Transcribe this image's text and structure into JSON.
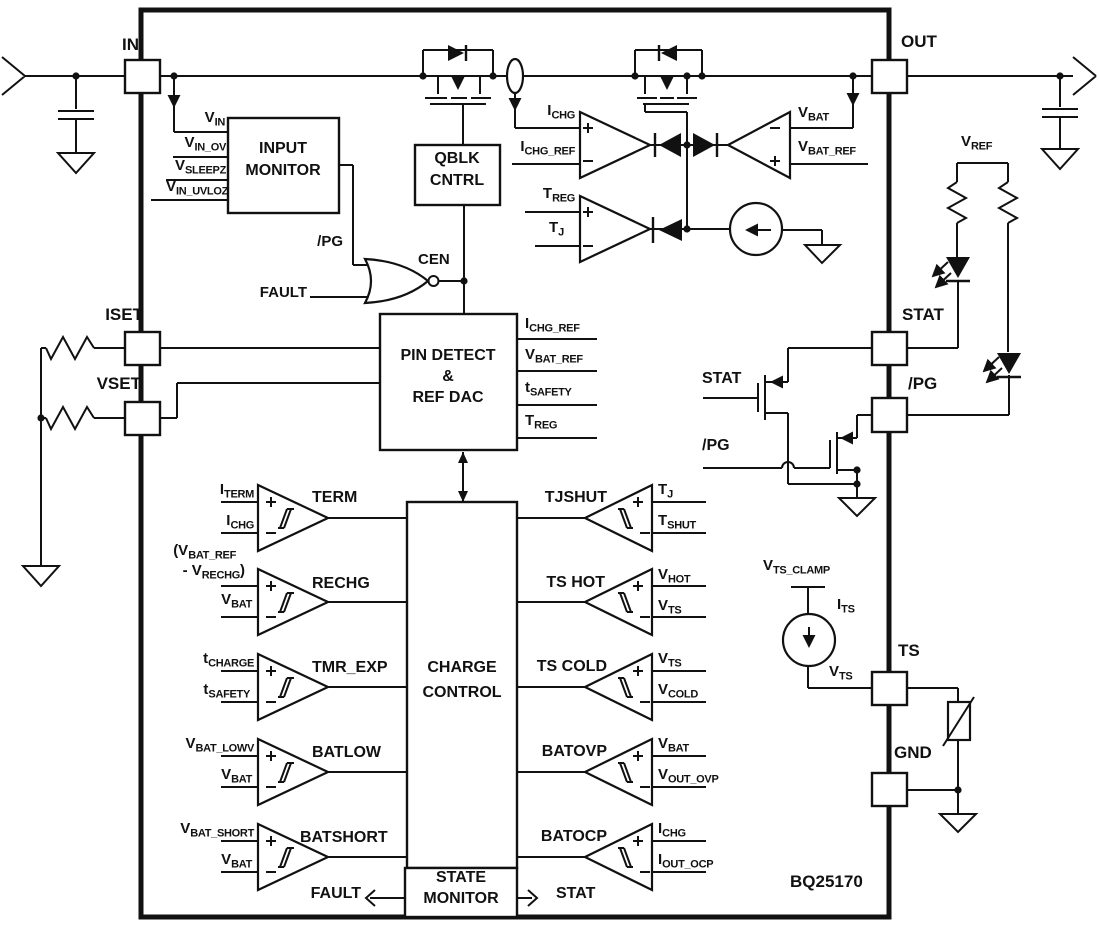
{
  "part_number": "BQ25170",
  "pins": {
    "in": "IN",
    "out": "OUT",
    "iset": "ISET",
    "vset": "VSET",
    "stat": "STAT",
    "pg": "/PG",
    "ts": "TS",
    "gnd": "GND"
  },
  "blocks": {
    "input_monitor": {
      "line1": "INPUT",
      "line2": "MONITOR"
    },
    "qblk": {
      "line1": "QBLK",
      "line2": "CNTRL"
    },
    "pin_detect": {
      "line1": "PIN DETECT",
      "line2": "&",
      "line3": "REF DAC"
    },
    "charge_control": {
      "line1": "CHARGE",
      "line2": "CONTROL"
    },
    "state_monitor": {
      "line1": "STATE",
      "line2": "MONITOR"
    }
  },
  "signals": {
    "vin": {
      "pre": "V",
      "sub": "IN"
    },
    "vin_ov": {
      "pre": "V",
      "sub": "IN_OV"
    },
    "vsleepz": {
      "pre": "V",
      "sub": "SLEEPZ"
    },
    "vin_uvloz": {
      "pre": "V",
      "sub": "IN_UVLOZ"
    },
    "pg": {
      "pre": "/PG"
    },
    "fault": {
      "pre": "FAULT"
    },
    "cen": {
      "pre": "CEN"
    },
    "ichg": {
      "pre": "I",
      "sub": "CHG"
    },
    "ichg_ref": {
      "pre": "I",
      "sub": "CHG_REF"
    },
    "vbat": {
      "pre": "V",
      "sub": "BAT"
    },
    "vbat_ref": {
      "pre": "V",
      "sub": "BAT_REF"
    },
    "treg": {
      "pre": "T",
      "sub": "REG"
    },
    "tj": {
      "pre": "T",
      "sub": "J"
    },
    "tsafety": {
      "pre": "t",
      "sub": "SAFETY"
    },
    "tcharge": {
      "pre": "t",
      "sub": "CHARGE"
    },
    "iterm": {
      "pre": "I",
      "sub": "TERM"
    },
    "vrechg_open": {
      "pre": "(V",
      "sub": "BAT_REF"
    },
    "vrechg_close": {
      "pre": "- V",
      "sub": "RECHG",
      "post": ")"
    },
    "vbat_lowv": {
      "pre": "V",
      "sub": "BAT_LOWV"
    },
    "vbat_short": {
      "pre": "V",
      "sub": "BAT_SHORT"
    },
    "tshut": {
      "pre": "T",
      "sub": "SHUT"
    },
    "vhot": {
      "pre": "V",
      "sub": "HOT"
    },
    "vts": {
      "pre": "V",
      "sub": "TS"
    },
    "vcold": {
      "pre": "V",
      "sub": "COLD"
    },
    "vout_ovp": {
      "pre": "V",
      "sub": "OUT_OVP"
    },
    "iout_ocp": {
      "pre": "I",
      "sub": "OUT_OCP"
    },
    "vref": {
      "pre": "V",
      "sub": "REF"
    },
    "vts_clamp": {
      "pre": "V",
      "sub": "TS_CLAMP"
    },
    "its": {
      "pre": "I",
      "sub": "TS"
    }
  },
  "comparators": {
    "term": "TERM",
    "rechg": "RECHG",
    "tmr_exp": "TMR_EXP",
    "batlow": "BATLOW",
    "batshort": "BATSHORT",
    "tjshut": "TJSHUT",
    "ts_hot": "TS HOT",
    "ts_cold": "TS COLD",
    "batovp": "BATOVP",
    "batocp": "BATOCP"
  },
  "transistors": {
    "stat": "STAT",
    "pg": "/PG"
  },
  "state_monitor_io": {
    "fault": "FAULT",
    "stat": "STAT"
  }
}
